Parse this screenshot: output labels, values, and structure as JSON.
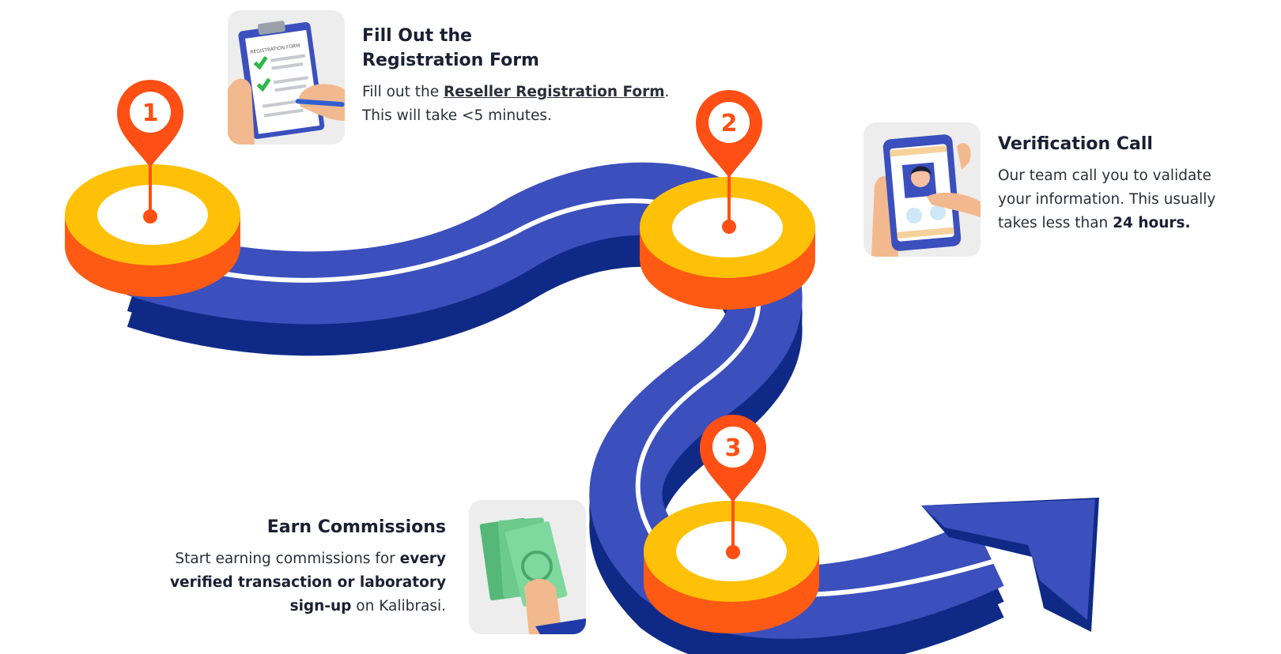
{
  "steps": [
    {
      "number": "1",
      "title_line1": "Fill Out the",
      "title_line2": "Registration Form",
      "desc_prefix": "Fill out the ",
      "desc_link": "Reseller Registration Form",
      "desc_suffix": ".",
      "desc_line2": "This will take <5 minutes.",
      "illustration": "registration-form-clipboard",
      "illustration_text": "REGISTRATION FORM"
    },
    {
      "number": "2",
      "title": "Verification Call",
      "desc_line1": "Our team call you to validate",
      "desc_line2": "your information. This usually",
      "desc_line3_prefix": "takes less than ",
      "desc_line3_bold": "24 hours.",
      "illustration": "phone-video-call"
    },
    {
      "number": "3",
      "title": "Earn Commissions",
      "desc_line1_prefix": "Start earning commissions for ",
      "desc_line1_bold": "every",
      "desc_line2_bold": "verified transaction or laboratory",
      "desc_line3_bold": "sign-up",
      "desc_line3_suffix": " on Kalibrasi.",
      "illustration": "hand-holding-cash"
    }
  ],
  "colors": {
    "road_top": "#3b4fbd",
    "road_side": "#0f2a86",
    "road_line": "#ffffff",
    "ring_top": "#ffc107",
    "ring_side": "#ff5a14",
    "pin": "#ff4f14",
    "card_bg": "#ededed"
  }
}
